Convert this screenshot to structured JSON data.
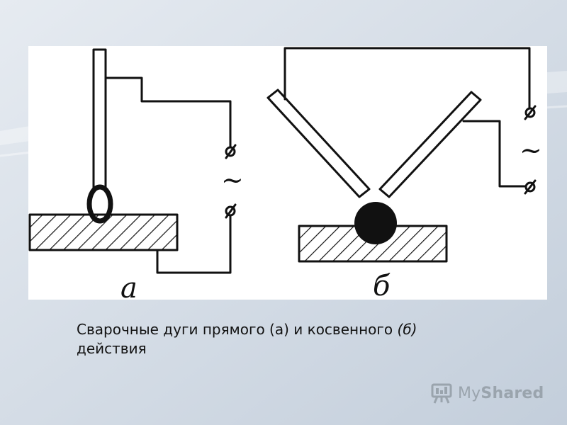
{
  "figure": {
    "label_a": "а",
    "label_b": "б",
    "ac_symbol": "~"
  },
  "caption": {
    "line_main": "Сварочные дуги прямого (а) и косвенного ",
    "line_italic": "(б)",
    "line_end": "действия"
  },
  "watermark": {
    "text_my": "My",
    "text_shared": "Shared"
  },
  "colors": {
    "slide_background": "#cfd8e3",
    "panel_background": "#ffffff",
    "ink": "#111111",
    "watermark": "#9aa4ad"
  }
}
